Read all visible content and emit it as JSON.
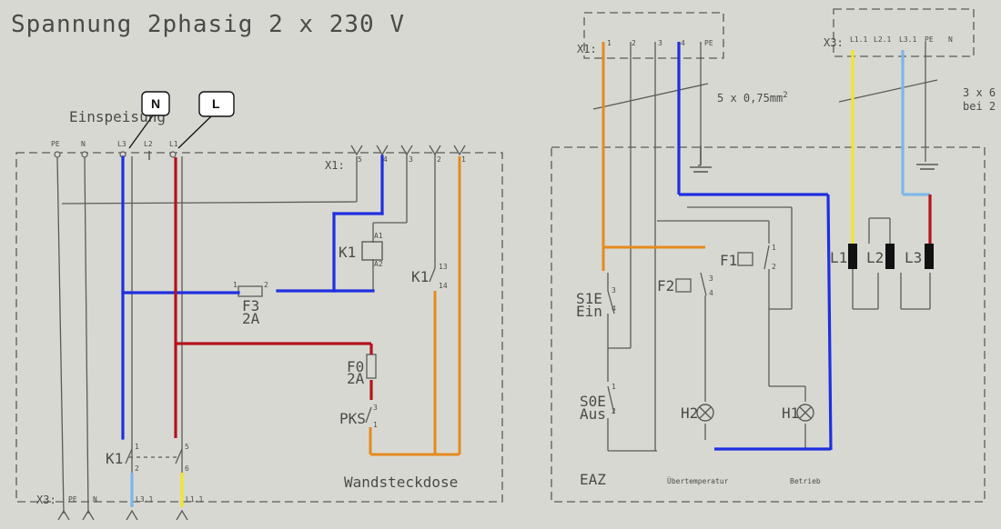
{
  "title": "Spannung 2phasig   2 x 230 V",
  "einspeisung_label": "Einspeisung",
  "callouts": {
    "n": "N",
    "l": "L"
  },
  "top_terminals": [
    "PE",
    "N",
    "L3",
    "L2",
    "L1"
  ],
  "x1_left": {
    "label": "X1:",
    "pins": [
      "5",
      "4",
      "3",
      "2",
      "1"
    ]
  },
  "x1_right": {
    "label": "X1:",
    "pins": [
      "1",
      "2",
      "3",
      "4",
      "PE"
    ]
  },
  "x3_right": {
    "label": "X3:",
    "pins": [
      "L1.1",
      "L2.1",
      "L3.1",
      "PE",
      "N"
    ]
  },
  "x3_bottom": {
    "label": "X3:",
    "pins": [
      "PE",
      "N",
      "L3.1",
      "L1.1"
    ]
  },
  "cable_5": "5 x 0,75mm",
  "cable_5_sup": "2",
  "cable_3_line1": "3 x 6",
  "cable_3_line2": "bei 2",
  "components": {
    "k1_coil": "K1",
    "k1_a1": "A1",
    "k1_a2": "A2",
    "k1_contact": "K1",
    "k1_c13": "13",
    "k1_c14": "14",
    "f3": "F3",
    "f3_rating": "2A",
    "f3_p1": "1",
    "f3_p2": "2",
    "f0": "F0",
    "f0_rating": "2A",
    "pks": "PKS",
    "pks_p3": "3",
    "pks_p1": "1",
    "k1_main": "K1",
    "k1_m1": "1",
    "k1_m2": "2",
    "k1_m5": "5",
    "k1_m6": "6",
    "s1e": "S1E",
    "s1e_sub": "Ein",
    "s1e_p3": "3",
    "s1e_p4": "4",
    "s0e": "S0E",
    "s0e_sub": "Aus",
    "s0e_p1": "1",
    "s0e_p2": "2",
    "f2": "F2",
    "f2_p3": "3",
    "f2_p4": "4",
    "f1": "F1",
    "f1_p1": "1",
    "f1_p2": "2",
    "h2": "H2",
    "h1": "H1",
    "heater_l1": "L1",
    "heater_l2": "L2",
    "heater_l3": "L3"
  },
  "wandsteckdose_label": "Wandsteckdose",
  "eaz_label": "EAZ",
  "uebertemperatur_label": "Übertemperatur",
  "betrieb_label": "Betrieb",
  "colors": {
    "background": "#d8d8d3",
    "line": "#5a5a58",
    "blue": "#1f2fe0",
    "red": "#b3141b",
    "orange": "#e58a1f",
    "yellow": "#f2e62a",
    "lightblue": "#7fb6e6"
  }
}
